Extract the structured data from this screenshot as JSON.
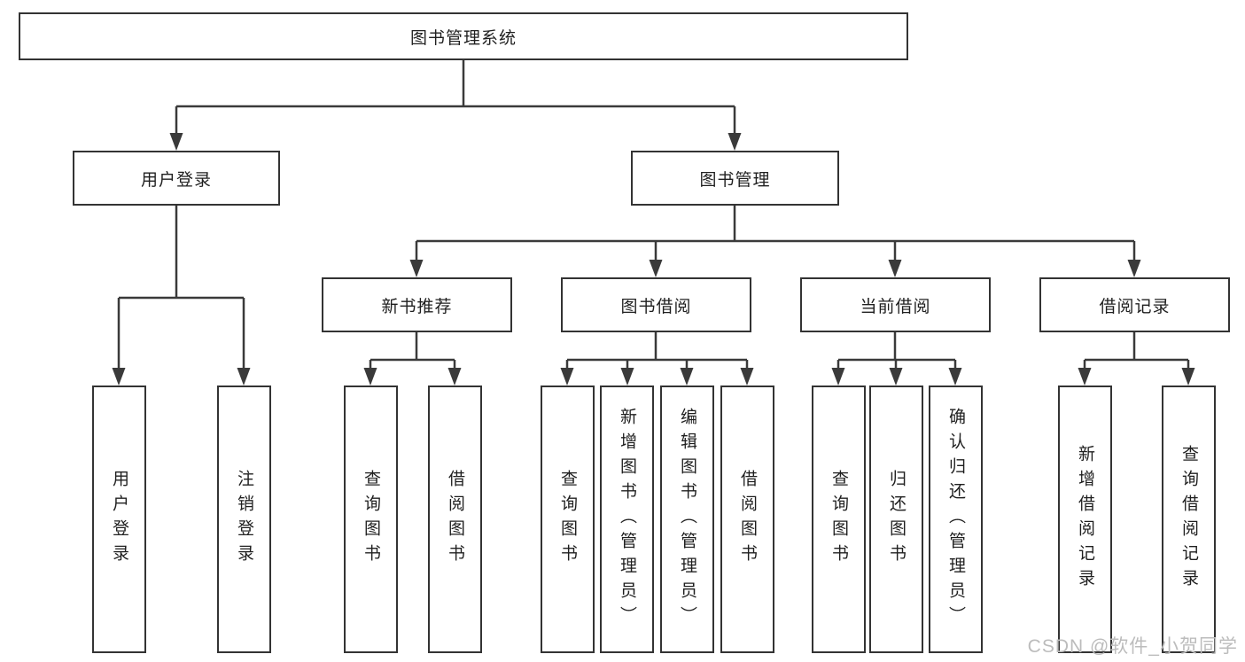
{
  "colors": {
    "line": "#3a3a3a",
    "border": "#333333",
    "text": "#1f1f1f",
    "bg": "#ffffff",
    "watermark": "#bcbcbc"
  },
  "tree": {
    "root": {
      "label": "图书管理系统",
      "children": [
        {
          "label": "用户登录",
          "children": [
            {
              "label": "用户登录"
            },
            {
              "label": "注销登录"
            }
          ]
        },
        {
          "label": "图书管理",
          "children": [
            {
              "label": "新书推荐",
              "children": [
                {
                  "label": "查询图书"
                },
                {
                  "label": "借阅图书"
                }
              ]
            },
            {
              "label": "图书借阅",
              "children": [
                {
                  "label": "查询图书"
                },
                {
                  "label": "新增图书（管理员）"
                },
                {
                  "label": "编辑图书（管理员）"
                },
                {
                  "label": "借阅图书"
                }
              ]
            },
            {
              "label": "当前借阅",
              "children": [
                {
                  "label": "查询图书"
                },
                {
                  "label": "归还图书"
                },
                {
                  "label": "确认归还（管理员）"
                }
              ]
            },
            {
              "label": "借阅记录",
              "children": [
                {
                  "label": "新增借阅记录"
                },
                {
                  "label": "查询借阅记录"
                }
              ]
            }
          ]
        }
      ]
    }
  },
  "watermark": "CSDN @软件_小贺同学"
}
